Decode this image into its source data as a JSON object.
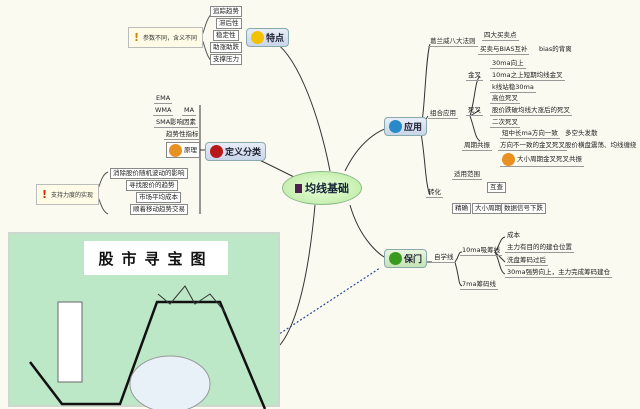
{
  "center": {
    "label": "均线基础",
    "icon": "flag-icon"
  },
  "features": {
    "label": "特点",
    "icon": "smiley-icon",
    "items": [
      "追踪趋势",
      "滞后性",
      "稳定性",
      "助涨助跌",
      "支撑压力"
    ],
    "note": "参数不同，含义不同"
  },
  "definition": {
    "label": "定义分类",
    "icon": "red-circle-icon",
    "ma_types": [
      "EMA",
      "WMA",
      "SMA"
    ],
    "ma": "MA",
    "items": [
      "影响因素",
      "趋势性指标"
    ],
    "principle": "原理",
    "principle_items": [
      "消除股价随机波动的影响",
      "寻找股价的趋势",
      "市场平均成本",
      "顺着移动趋势交易"
    ],
    "note": "支持力度的实现"
  },
  "application": {
    "label": "应用",
    "icon": "blue-circle-icon",
    "granville": {
      "label": "葛兰威八大法则",
      "items": [
        "四大买卖点",
        "买卖与BIAS互补"
      ],
      "bias": "bias的背离"
    },
    "combo": {
      "label": "组合应用",
      "golden": {
        "label": "金叉",
        "items": [
          "30ma向上",
          "10ma之上短期均线金叉",
          "k线站稳30ma"
        ]
      },
      "death": {
        "label": "死叉",
        "items": [
          "高位死叉",
          "股价跌破均线大涨后的死叉",
          "二次死叉"
        ]
      },
      "resonance": {
        "label": "周期共振",
        "items": [
          "短中长ma方向一致",
          "方向不一致的金叉死叉",
          "大小周期金叉死叉共振"
        ],
        "results": [
          "多空头发散",
          "股价横盘震荡、均线缠绕"
        ]
      }
    },
    "convert": {
      "label": "转化",
      "scope": "适用范围",
      "mutual": "互查",
      "items": [
        "精确",
        "大小周期",
        "数据信号下跌"
      ]
    }
  },
  "gate": {
    "label": "保门",
    "icon": "green-circle-icon",
    "child": "自学线",
    "line10": "10ma吸筹线",
    "line10_items": [
      "成本",
      "主力有目的的建仓位置",
      "洗盘筹码过后",
      "30ma强势向上，主力完成筹码建仓"
    ],
    "line7": "7ma筹码线"
  },
  "panel": {
    "title": "股市寻宝图"
  }
}
